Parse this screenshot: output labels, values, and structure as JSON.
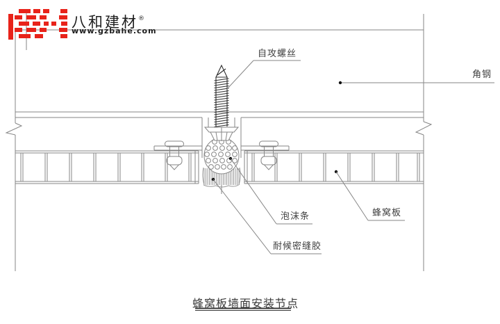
{
  "page": {
    "background": "#ffffff"
  },
  "brand": {
    "name": "八和建材",
    "registered": "®",
    "website": "www.gzbahe.com",
    "logo_red": "#e8231a"
  },
  "callouts": {
    "self_tapping_screw": "自攻螺丝",
    "angle_steel": "角钢",
    "foam_strip": "泡沫条",
    "honeycomb_panel": "蜂窝板",
    "weather_sealant": "耐候密缝胶"
  },
  "title": {
    "text": "蜂窝板墙面安装节点"
  },
  "colors": {
    "cad_line": "#868686",
    "dark_line": "#2e2e2e",
    "label_text": "#3f3f3f"
  }
}
